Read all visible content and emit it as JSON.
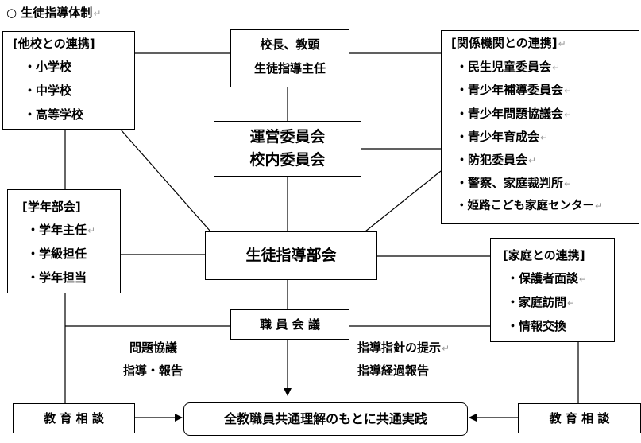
{
  "title": "○ 生徒指導体制",
  "para_mark": "↵",
  "other_schools": {
    "heading": "[他校との連携]",
    "items": [
      "・小学校",
      "・中学校",
      "・高等学校"
    ]
  },
  "principal": {
    "line1": "校長、教頭",
    "line2": "生徒指導主任"
  },
  "committee": {
    "line1": "運営委員会",
    "line2": "校内委員会"
  },
  "agencies": {
    "heading": "[関係機関との連携]",
    "items": [
      "・民生児童委員会",
      "・青少年補導委員会",
      "・青少年問題協議会",
      "・青少年育成会",
      "・防犯委員会",
      "・警察、家庭裁判所",
      "・姫路こども家庭センター"
    ]
  },
  "grade": {
    "heading": "[学年部会]",
    "items": [
      "・学年主任",
      "・学級担任",
      "・学年担当"
    ]
  },
  "guidance": "生徒指導部会",
  "family": {
    "heading": "[家庭との連携]",
    "items": [
      "・保護者面談",
      "・家庭訪問",
      "・情報交換"
    ]
  },
  "staff_meeting": "職 員 会 議",
  "left_label": {
    "line1": "問題協議",
    "line2": "指導・報告"
  },
  "right_label": {
    "line1": "指導指針の提示",
    "line2": "指導経過報告"
  },
  "counsel_left": "教 育 相 談",
  "counsel_right": "教 育 相 談",
  "common": "全教職員共通理解のもとに共通実践"
}
